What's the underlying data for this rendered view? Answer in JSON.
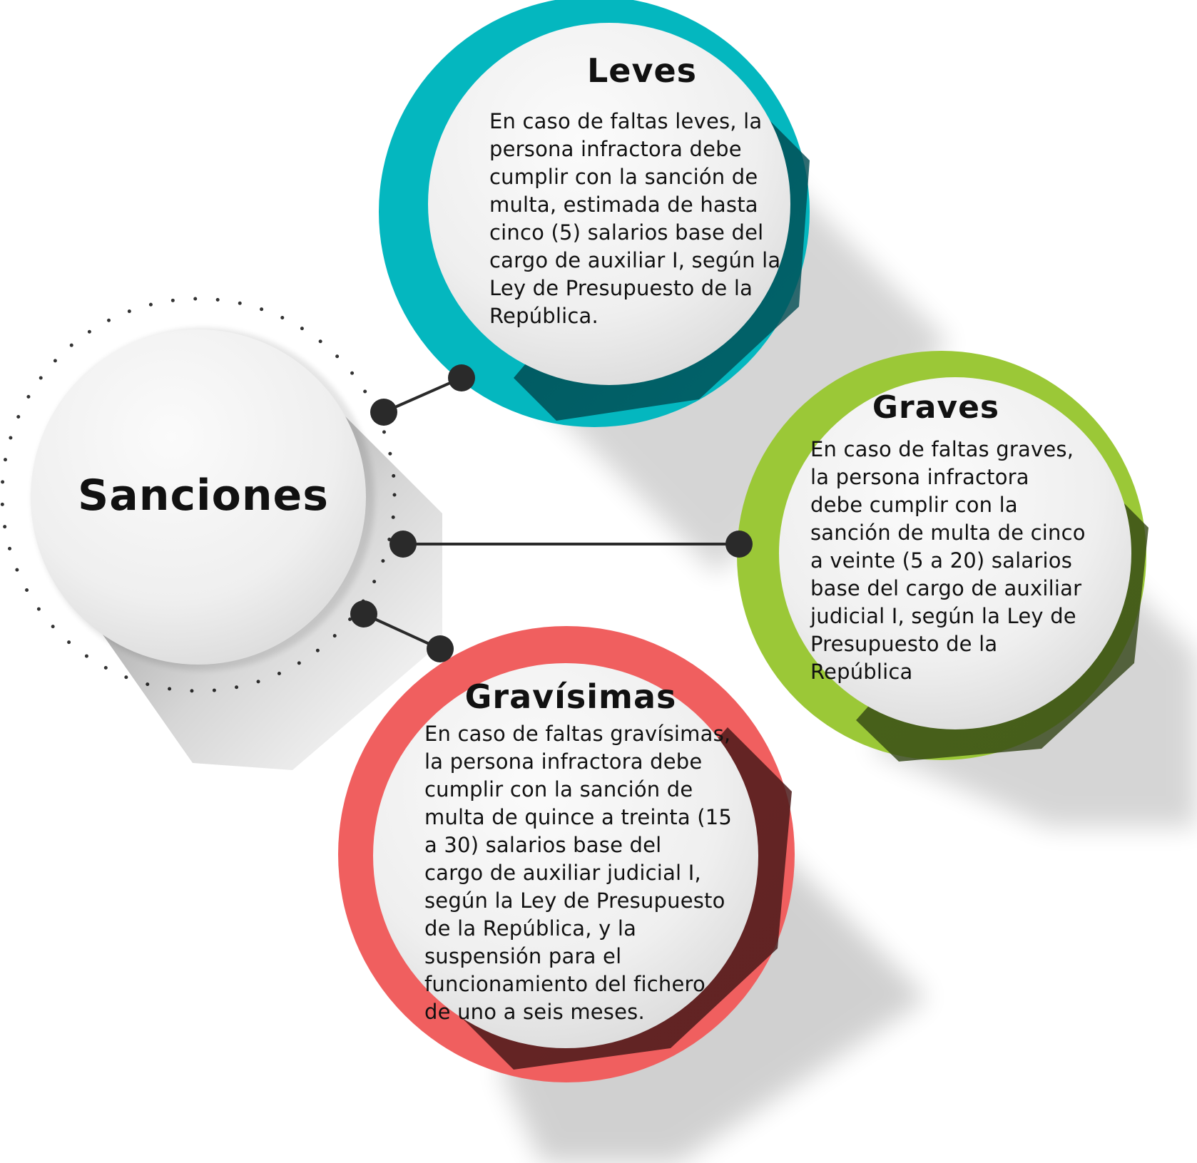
{
  "center": {
    "title": "Sanciones"
  },
  "nodes": [
    {
      "id": "leves",
      "title": "Leves",
      "text": "En caso de faltas leves, la\npersona  infractora debe\ncumplir con la sanción de\nmulta, estimada de hasta\ncinco (5) salarios base del\ncargo de auxiliar I, según la\nLey de Presupuesto de la\nRepública.",
      "ring_color": "#04b7bf",
      "shadow_color": "#004b52"
    },
    {
      "id": "graves",
      "title": "Graves",
      "text": "En caso de faltas graves,\nla persona infractora\ndebe cumplir con la\nsanción de multa de cinco\na veinte (5 a 20) salarios\nbase del cargo de auxiliar\njudicial I, según la Ley de\nPresupuesto de la\nRepública",
      "ring_color": "#9bc837",
      "shadow_color": "#3a5016"
    },
    {
      "id": "gravisimas",
      "title": "Gravísimas",
      "text": "En caso de faltas gravísimas,\nla persona infractora debe\ncumplir con la sanción de\nmulta de quince a treinta (15\na 30)  salarios base del\ncargo de auxiliar judicial I,\nsegún la Ley de Presupuesto\nde la República, y la\nsuspensión para el\nfuncionamiento del fichero\n   de uno a seis meses.",
      "ring_color": "#f05f5f",
      "shadow_color": "#5a1f1f"
    }
  ],
  "connector_color": "#2a2a2a"
}
